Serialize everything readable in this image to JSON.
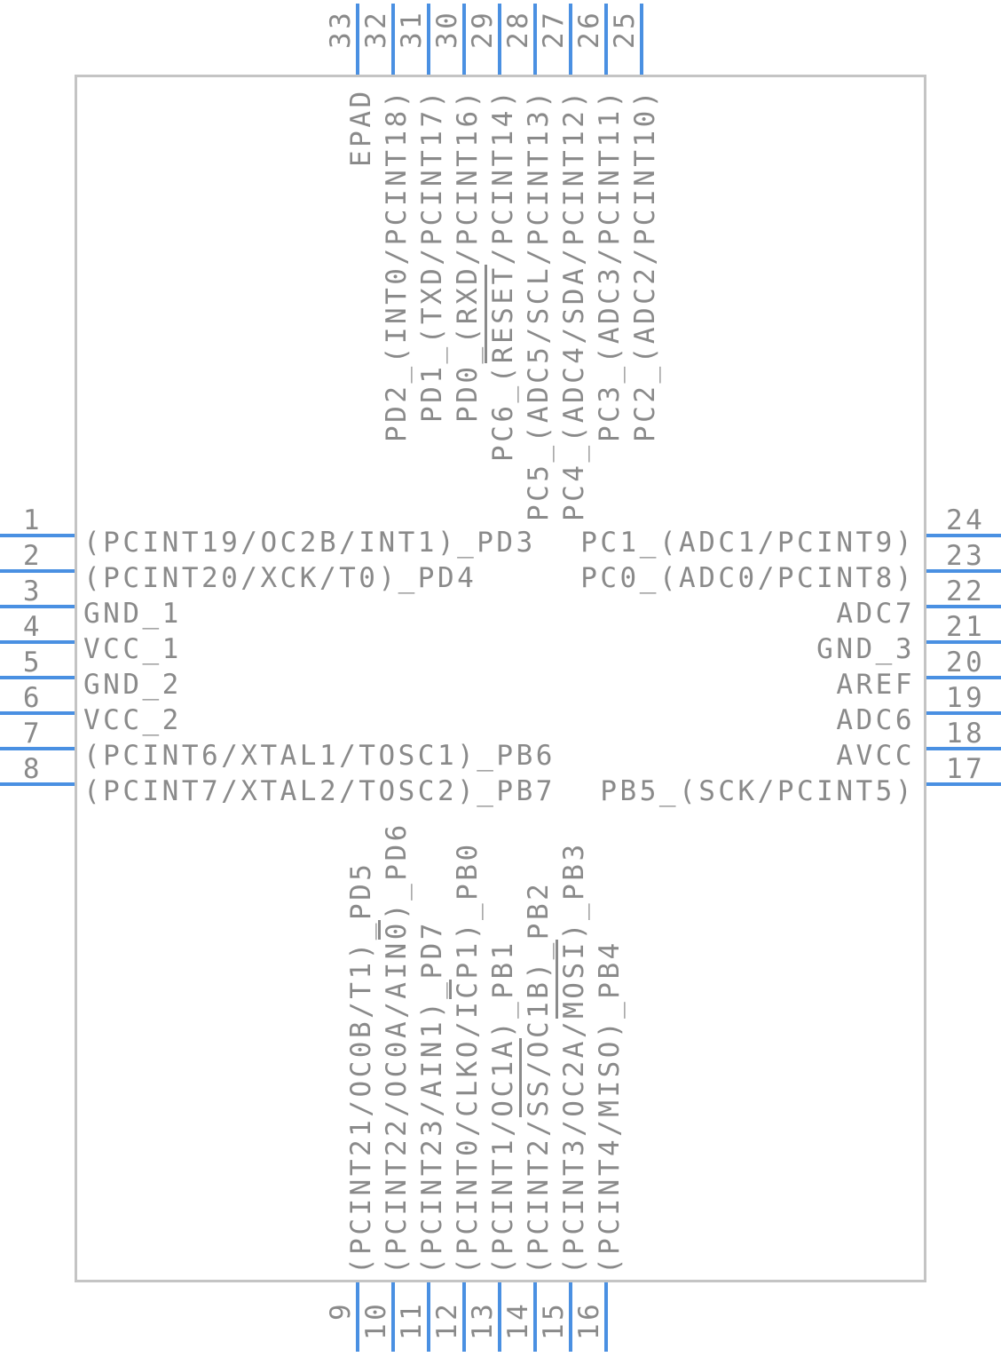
{
  "colors": {
    "pin_stub": "#4a90e2",
    "body_outline": "#c4c4c4",
    "text": "#8a8a8a",
    "background": "#ffffff"
  },
  "pins": {
    "top": [
      {
        "number": "33",
        "label": "EPAD"
      },
      {
        "number": "32",
        "label": "PD2_(INT0/PCINT18)"
      },
      {
        "number": "31",
        "label": "PD1_(TXD/PCINT17)"
      },
      {
        "number": "30",
        "label": "PD0_(RXD/PCINT16)"
      },
      {
        "number": "29",
        "label": "PC6_(RESET/PCINT14)",
        "bar": {
          "start": 5,
          "len": 5,
          "side": "over"
        }
      },
      {
        "number": "28",
        "label": "PC5_(ADC5/SCL/PCINT13)"
      },
      {
        "number": "27",
        "label": "PC4_(ADC4/SDA/PCINT12)"
      },
      {
        "number": "26",
        "label": "PC3_(ADC3/PCINT11)"
      },
      {
        "number": "25",
        "label": "PC2_(ADC2/PCINT10)"
      }
    ],
    "left": [
      {
        "number": "1",
        "label": "(PCINT19/OC2B/INT1)_PD3"
      },
      {
        "number": "2",
        "label": "(PCINT20/XCK/T0)_PD4"
      },
      {
        "number": "3",
        "label": "GND_1"
      },
      {
        "number": "4",
        "label": "VCC_1"
      },
      {
        "number": "5",
        "label": "GND_2"
      },
      {
        "number": "6",
        "label": "VCC_2"
      },
      {
        "number": "7",
        "label": "(PCINT6/XTAL1/TOSC1)_PB6"
      },
      {
        "number": "8",
        "label": "(PCINT7/XTAL2/TOSC2)_PB7"
      }
    ],
    "right": [
      {
        "number": "24",
        "label": "PC1_(ADC1/PCINT9)"
      },
      {
        "number": "23",
        "label": "PC0_(ADC0/PCINT8)"
      },
      {
        "number": "22",
        "label": "ADC7"
      },
      {
        "number": "21",
        "label": "GND_3"
      },
      {
        "number": "20",
        "label": "AREF"
      },
      {
        "number": "19",
        "label": "ADC6"
      },
      {
        "number": "18",
        "label": "AVCC"
      },
      {
        "number": "17",
        "label": "PB5_(SCK/PCINT5)"
      }
    ],
    "bottom": [
      {
        "number": "9",
        "label": "(PCINT21/OC0B/T1)_PD5"
      },
      {
        "number": "10",
        "label": "(PCINT22/OC0A/AIN0)_PD6",
        "bar": {
          "start": 17,
          "len": 1,
          "side": "over"
        }
      },
      {
        "number": "11",
        "label": "(PCINT23/AIN1)_PD7"
      },
      {
        "number": "12",
        "label": "(PCINT0/CLKO/ICP1)_PB0",
        "bar": {
          "start": 14,
          "len": 1,
          "side": "over"
        }
      },
      {
        "number": "13",
        "label": "(PCINT1/OC1A)_PB1",
        "bar": {
          "start": 8,
          "len": 4,
          "side": "under"
        }
      },
      {
        "number": "14",
        "label": "(PCINT2/SS/OC1B)_PB2"
      },
      {
        "number": "15",
        "label": "(PCINT3/OC2A/MOSI)_PB3",
        "bar": {
          "start": 13,
          "len": 4,
          "side": "over"
        }
      },
      {
        "number": "16",
        "label": "(PCINT4/MISO)_PB4"
      }
    ]
  }
}
